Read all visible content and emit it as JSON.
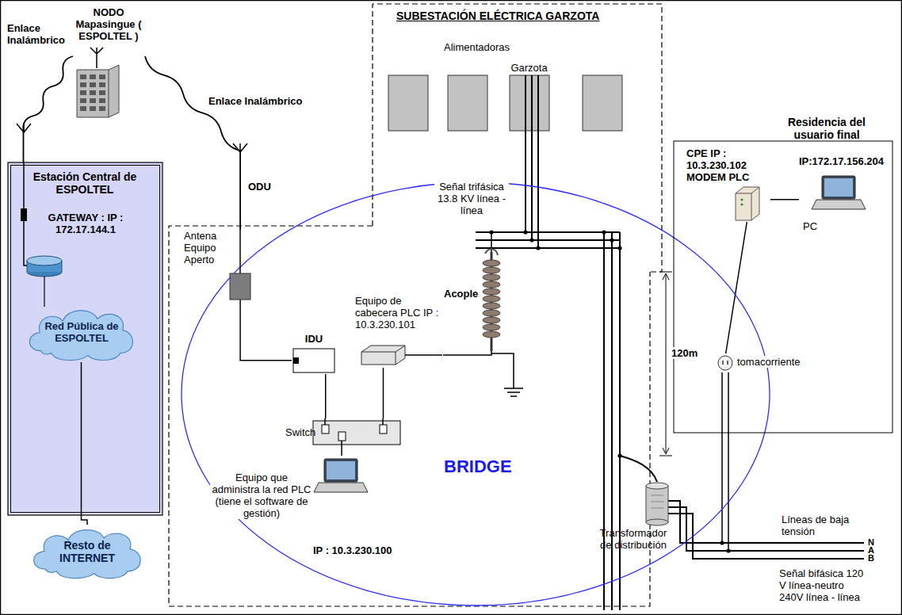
{
  "diagram": {
    "nodes": [
      {
        "text": [
          "NODO Mapasingue ( ESPOLTEL )"
        ]
      },
      {
        "text": [
          "Estación Central de ESPOLTEL",
          "GATEWAY : IP : 172.17.144.1"
        ]
      },
      {
        "text": [
          "Red Pública de ESPOLTEL"
        ],
        "in": 1
      },
      {
        "text": [
          "Resto de INTERNET"
        ]
      },
      {
        "text": [
          "SUBESTACIÓN ELÉCTRICA GARZOTA",
          "Alimentadoras"
        ]
      },
      {
        "text": [
          "Garzota"
        ],
        "in": 4
      },
      {
        "text": [
          "BRIDGE"
        ]
      },
      {
        "text": [
          "Antena Equipo Aperto"
        ]
      },
      {
        "text": [
          "IDU"
        ],
        "in": 6
      },
      {
        "text": [
          "Equipo de cabecera PLC IP : 10.3.230.101"
        ],
        "in": 6
      },
      {
        "text": [
          "Switch"
        ],
        "in": 6
      },
      {
        "text": [
          "Equipo que administra la red PLC (tiene el software de gestión)",
          "IP : 10.3.230.100"
        ],
        "in": 6
      },
      {
        "text": [
          "Acople"
        ],
        "in": 6
      },
      {
        "text": [
          "Residencia del usuario final"
        ]
      },
      {
        "text": [
          "CPE IP : 10.3.230.102 MODEM PLC"
        ],
        "in": 13
      },
      {
        "text": [
          "IP:172.17.156.204",
          "PC"
        ],
        "in": 13
      },
      {
        "text": [
          "tomacorriente"
        ],
        "in": 13
      },
      {
        "text": [
          "Transformador de distribución"
        ],
        "in": 6
      }
    ],
    "edges": [
      {
        "from": 0,
        "to": 1,
        "label": "Enlace Inalámbrico",
        "arrow": "none"
      },
      {
        "from": 0,
        "to": 7,
        "label": "Enlace Inalámbrico",
        "arrow": "none"
      },
      {
        "from": 2,
        "to": 3,
        "arrow": "none"
      },
      {
        "from": 7,
        "to": 8,
        "arrow": "none"
      },
      {
        "from": 8,
        "to": 10,
        "arrow": "none"
      },
      {
        "from": 9,
        "to": 10,
        "arrow": "none"
      },
      {
        "from": 11,
        "to": 10,
        "arrow": "none"
      },
      {
        "from": 9,
        "to": 12,
        "arrow": "none"
      },
      {
        "from": 14,
        "to": 15,
        "arrow": "none"
      },
      {
        "from": 14,
        "to": 16,
        "arrow": "none"
      }
    ],
    "labels": [
      "ODU",
      "Señal trifásica 13.8 KV línea - línea",
      "120m",
      "Líneas de baja tensión",
      "N",
      "A",
      "B",
      "Señal bifásica 120 V línea-neutro 240V línea - línea"
    ]
  }
}
